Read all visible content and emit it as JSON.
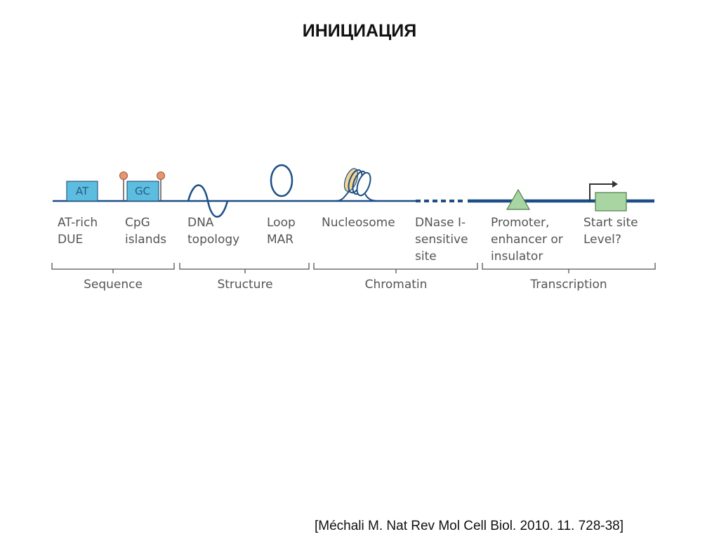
{
  "title": "ИНИЦИАЦИЯ",
  "citation": "[Méchali M. Nat Rev Mol Cell Biol. 2010. 11. 728-38]",
  "diagram": {
    "box_labels": {
      "at": "AT",
      "gc": "GC"
    },
    "features": [
      {
        "lines": [
          "AT-rich",
          "DUE"
        ]
      },
      {
        "lines": [
          "CpG",
          "islands"
        ]
      },
      {
        "lines": [
          "DNA",
          "topology"
        ]
      },
      {
        "lines": [
          "Loop",
          "MAR"
        ]
      },
      {
        "lines": [
          "Nucleosome"
        ]
      },
      {
        "lines": [
          "DNase I-",
          "sensitive",
          "site"
        ]
      },
      {
        "lines": [
          "Promoter,",
          "enhancer or",
          "insulator"
        ]
      },
      {
        "lines": [
          "Start site",
          "Level?"
        ]
      }
    ],
    "groups": [
      "Sequence",
      "Structure",
      "Chromatin",
      "Transcription"
    ],
    "colors": {
      "dna": "#1d4f86",
      "box_blue": "#5cbde0",
      "lollipop": "#e8946e",
      "green": "#a8d5a2",
      "nucleosome": "#f3d58e",
      "text": "#555555"
    }
  }
}
